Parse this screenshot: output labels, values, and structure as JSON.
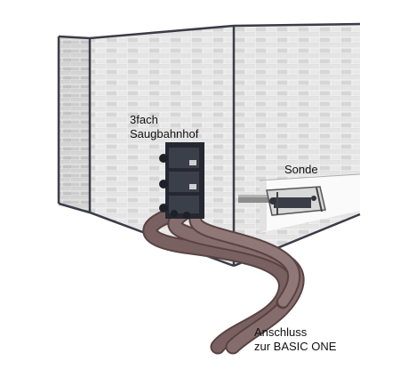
{
  "labels": {
    "suction_station": [
      "3fach",
      "Saugbahnhof"
    ],
    "probe": "Sonde",
    "connection": [
      "Anschluss",
      "zur BASIC ONE"
    ]
  },
  "colors": {
    "wall_face": "#dedede",
    "wall_shade": "#c9c9c9",
    "mortar": "#f4f4f4",
    "edge": "#3c3c48",
    "hose": "#6b5252",
    "hose_highlight": "#9a8585",
    "station": "#252830",
    "probe_metal": "#8c8c8c"
  }
}
